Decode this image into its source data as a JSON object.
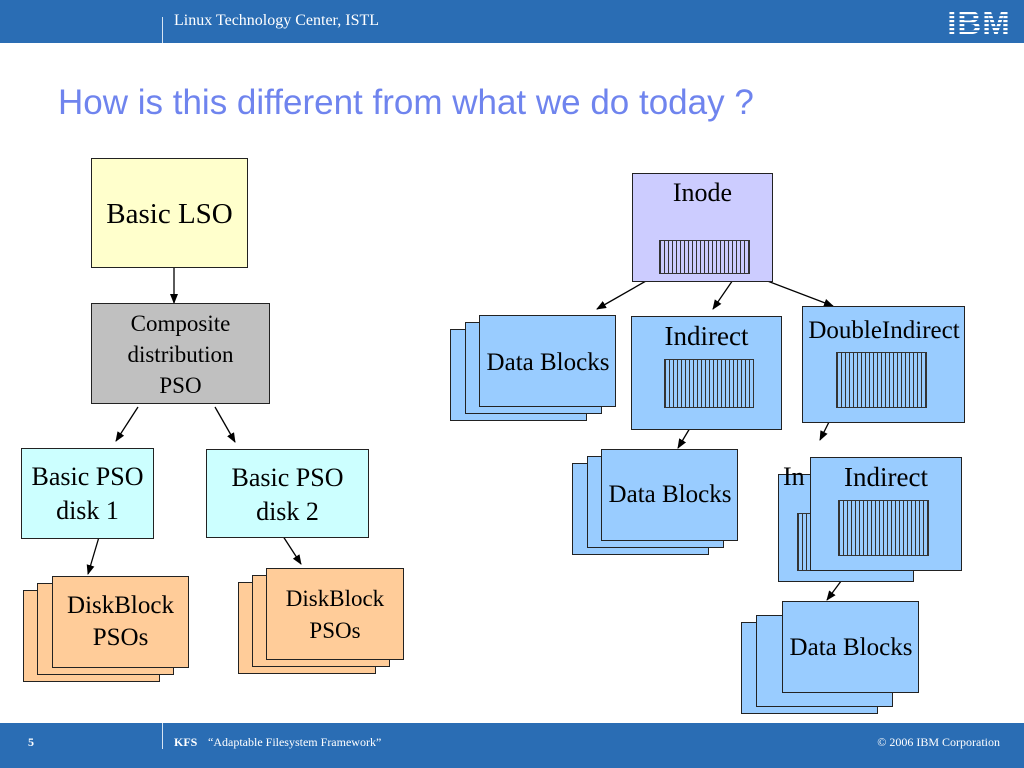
{
  "header": {
    "org_label": "Linux Technology Center, ISTL",
    "logo_text": "IBM"
  },
  "slide": {
    "title": "How is this different from what we do today ?"
  },
  "left_diagram": {
    "basic_lso": "Basic LSO",
    "composite": [
      "Composite",
      "distribution",
      "PSO"
    ],
    "pso_disk1": [
      "Basic PSO",
      "disk 1"
    ],
    "pso_disk2": [
      "Basic PSO",
      "disk 2"
    ],
    "diskblock_left": [
      "DiskBlock",
      "PSOs"
    ],
    "diskblock_right": [
      "DiskBlock",
      "PSOs"
    ]
  },
  "right_diagram": {
    "inode": "Inode",
    "data_blocks_top": "Data Blocks",
    "indirect_top": "Indirect",
    "double_indirect": "DoubleIndirect",
    "data_blocks_mid": "Data Blocks",
    "indirect_back_partial": "In",
    "indirect_front": "Indirect",
    "data_blocks_bottom": "Data Blocks"
  },
  "footer": {
    "page_number": "5",
    "project": "KFS",
    "description": "“Adaptable Filesystem Framework”",
    "copyright": "© 2006 IBM Corporation"
  },
  "colors": {
    "header_blue": "#2a6db4",
    "title_blue": "#6f84ee",
    "lso_yellow": "#ffffcc",
    "composite_gray": "#c0c0c0",
    "pso_cyan": "#ccffff",
    "diskblock_orange": "#ffcc99",
    "inode_lavender": "#ccccff",
    "block_blue": "#99ccff"
  }
}
